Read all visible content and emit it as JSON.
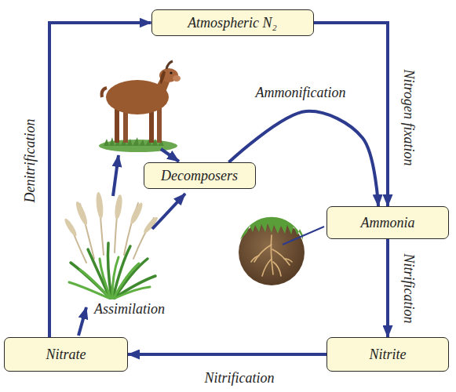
{
  "diagram": {
    "nodes": [
      {
        "text": [
          "Atmospheric N₂"
        ]
      },
      {
        "text": [
          "Decomposers"
        ]
      },
      {
        "text": [
          "Ammonia"
        ]
      },
      {
        "text": [
          "Nitrite"
        ]
      },
      {
        "text": [
          "Nitrate"
        ]
      }
    ],
    "edges": [
      {
        "from": 4,
        "to": 0,
        "label": "Denitrification",
        "arrow": "to"
      },
      {
        "from": 0,
        "to": 2,
        "label": "Nitrogen fixation",
        "arrow": "to"
      },
      {
        "from": 1,
        "to": 2,
        "label": "Ammonification",
        "arrow": "to"
      },
      {
        "from": 2,
        "to": 3,
        "label": "Nitrification",
        "arrow": "to"
      },
      {
        "from": 3,
        "to": 4,
        "label": "Nitrification",
        "arrow": "to"
      }
    ],
    "labels": [
      "Assimilation"
    ]
  }
}
